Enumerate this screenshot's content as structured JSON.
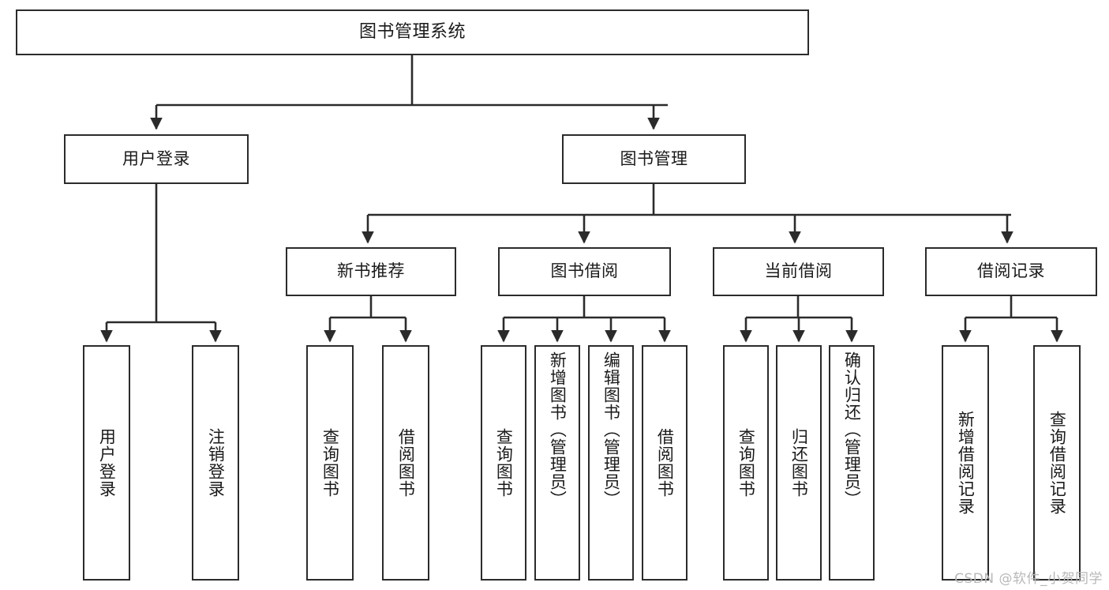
{
  "diagram": {
    "title": "图书管理系统",
    "stroke_color": "#2b2b2b",
    "background_color": "#ffffff",
    "text_color": "#1a1a1a",
    "root": {
      "label": "图书管理系统"
    },
    "level2": [
      {
        "label": "用户登录"
      },
      {
        "label": "图书管理"
      }
    ],
    "level3": [
      {
        "label": "新书推荐"
      },
      {
        "label": "图书借阅"
      },
      {
        "label": "当前借阅"
      },
      {
        "label": "借阅记录"
      }
    ],
    "leaves": {
      "user_login": [
        {
          "label": "用户登录"
        },
        {
          "label": "注销登录"
        }
      ],
      "new_book": [
        {
          "label": "查询图书"
        },
        {
          "label": "借阅图书"
        }
      ],
      "book_borrow": [
        {
          "label": "查询图书"
        },
        {
          "label": "新增图书（管理员）"
        },
        {
          "label": "编辑图书（管理员）"
        },
        {
          "label": "借阅图书"
        }
      ],
      "current_borrow": [
        {
          "label": "查询图书"
        },
        {
          "label": "归还图书"
        },
        {
          "label": "确认归还（管理员）"
        }
      ],
      "borrow_record": [
        {
          "label": "新增借阅记录"
        },
        {
          "label": "查询借阅记录"
        }
      ]
    }
  },
  "watermark": {
    "text": "CSDN @软件_小贺同学"
  }
}
